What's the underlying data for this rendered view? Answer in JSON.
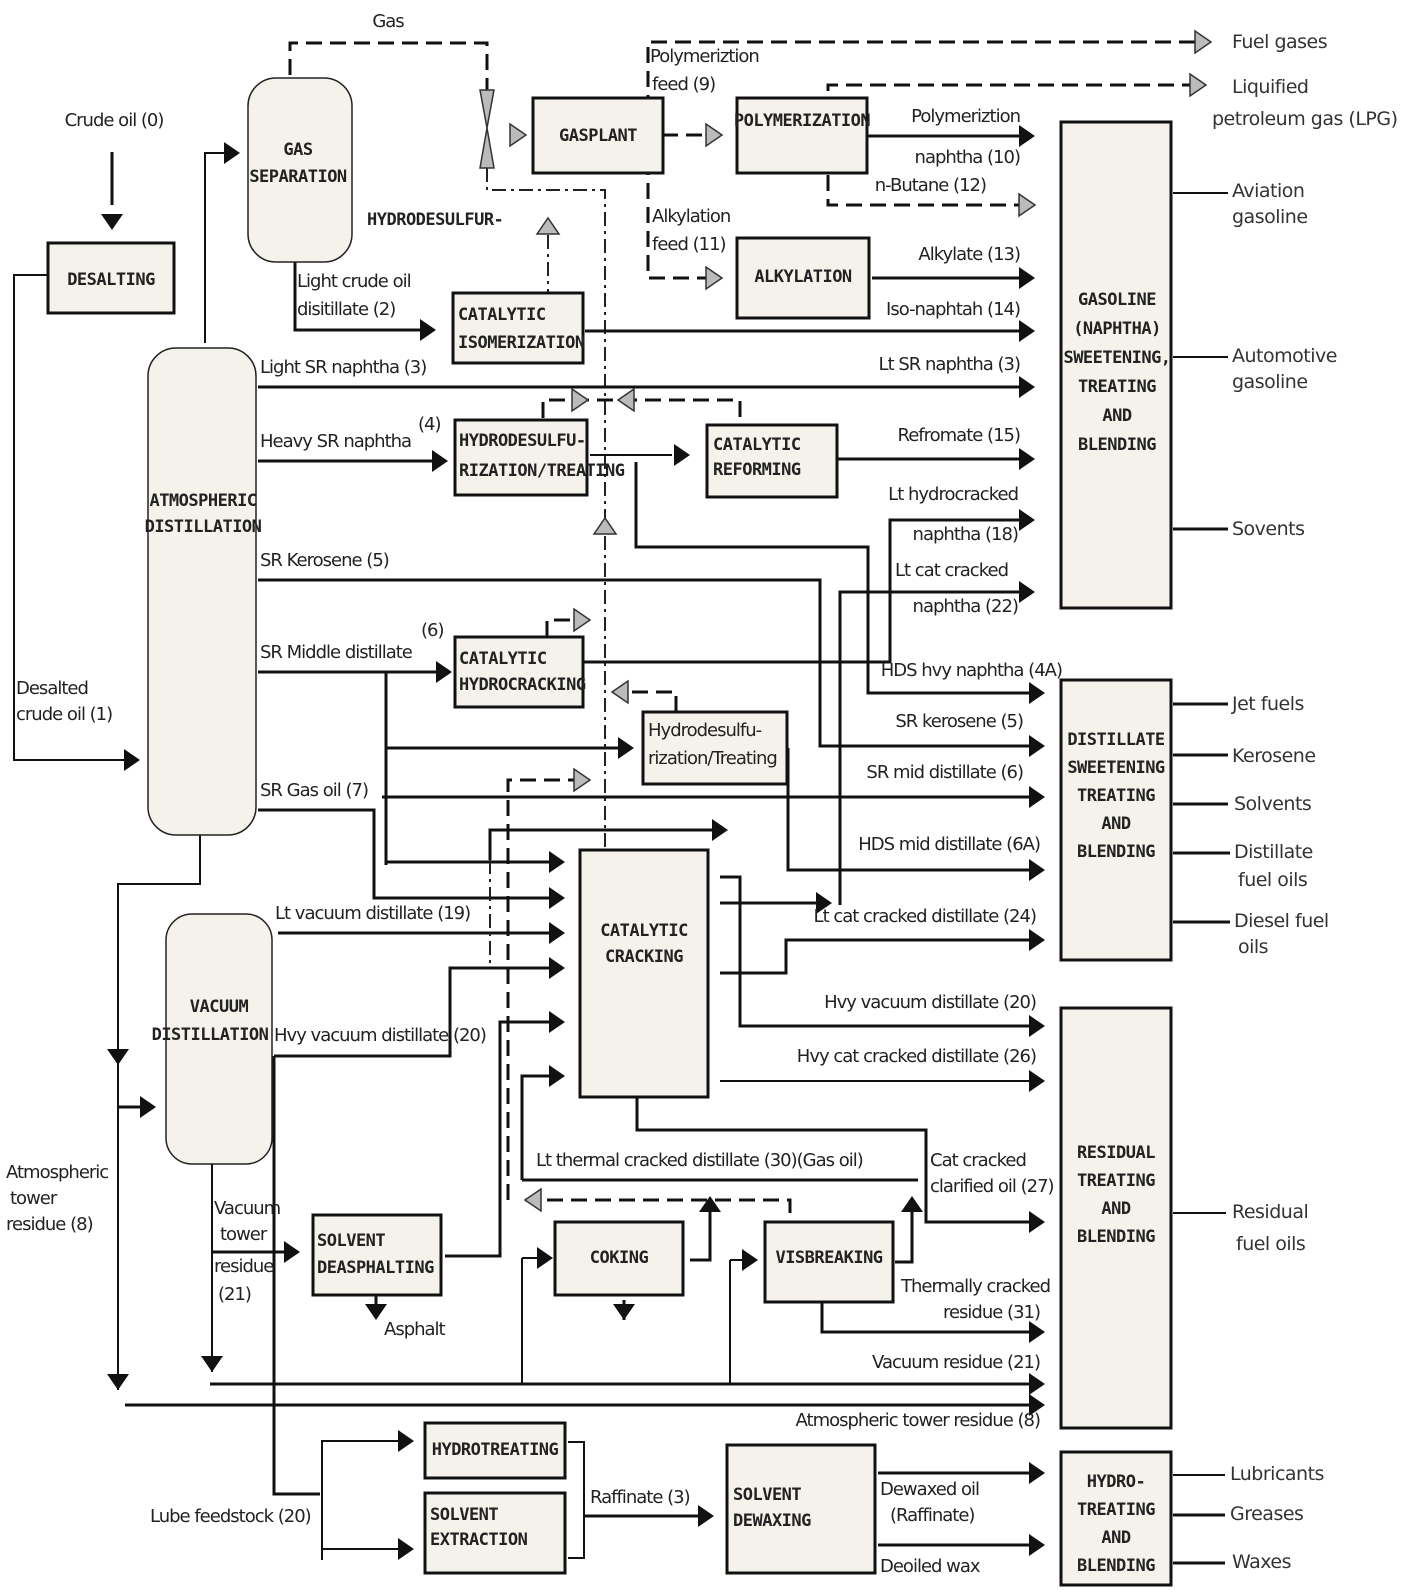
{
  "diagram": {
    "title": "Refinery process flow",
    "units": {
      "desalting": [
        "DESALTING"
      ],
      "gas_separation": [
        "GAS",
        "SEPARATION"
      ],
      "gas_plant": [
        "GASPLANT"
      ],
      "polymerization": [
        "POLYMERIZATION"
      ],
      "alkylation": [
        "ALKYLATION"
      ],
      "catalytic_isomerization": [
        "CATALYTIC",
        "ISOMERIZATION"
      ],
      "atmospheric_distillation": [
        "ATMOSPHERIC",
        "DISTILLATION"
      ],
      "hydrodesulfurization_treating": [
        "HYDRODESULFU-",
        "RIZATION/TREATING"
      ],
      "catalytic_reforming": [
        "CATALYTIC",
        "REFORMING"
      ],
      "catalytic_hydrocracking": [
        "CATALYTIC",
        "HYDROCRACKING"
      ],
      "hydrodesulfurization_treating_2": [
        "Hydrodesulfu-",
        "rization/Treating"
      ],
      "catalytic_cracking": [
        "CATALYTIC",
        "CRACKING"
      ],
      "vacuum_distillation": [
        "VACUUM",
        "DISTILLATION"
      ],
      "solvent_deasphalting": [
        "SOLVENT",
        "DEASPHALTING"
      ],
      "coking": [
        "COKING"
      ],
      "visbreaking": [
        "VISBREAKING"
      ],
      "hydrotreating": [
        "HYDROTREATING"
      ],
      "solvent_extraction": [
        "SOLVENT",
        "EXTRACTION"
      ],
      "solvent_dewaxing": [
        "SOLVENT",
        "DEWAXING"
      ],
      "gasoline_blending": [
        "GASOLINE",
        "(NAPHTHA)",
        "SWEETENING,",
        "TREATING",
        "AND",
        "BLENDING"
      ],
      "distillate_blending": [
        "DISTILLATE",
        "SWEETENING",
        "TREATING",
        "AND",
        "BLENDING"
      ],
      "residual_blending": [
        "RESIDUAL",
        "TREATING",
        "AND",
        "BLENDING"
      ],
      "lube_blending": [
        "HYDRO-",
        "TREATING",
        "AND",
        "BLENDING"
      ]
    },
    "flows": {
      "gas": "Gas",
      "crude_oil": "Crude oil (0)",
      "hydrodesulfur": "HYDRODESULFUR-",
      "light_crude_1": "Light crude oil",
      "light_crude_2": "disitillate (2)",
      "polymerization_feed_1": "Polymeriztion",
      "polymerization_feed_2": "feed (9)",
      "alkylation_feed_1": "Alkylation",
      "alkylation_feed_2": "feed (11)",
      "poly_naphtha_1": "Polymeriztion",
      "poly_naphtha_2": "naphtha (10)",
      "n_butane": "n-Butane (12)",
      "alkylate": "Alkylate (13)",
      "iso_naphtha": "Iso-naphtah (14)",
      "light_sr_naphtha": "Light SR naphtha (3)",
      "lt_sr_naphtha": "Lt SR naphtha (3)",
      "heavy_sr_naphtha": "Heavy SR naphtha",
      "heavy_sr_num": "(4)",
      "reformate": "Refromate (15)",
      "lt_hydrocracked_1": "Lt hydrocracked",
      "lt_hydrocracked_2": "naphtha (18)",
      "lt_cat_naphtha_1": "Lt cat cracked",
      "lt_cat_naphtha_2": "naphtha (22)",
      "sr_kerosene": "SR Kerosene (5)",
      "sr_middle": "SR Middle distillate",
      "sr_middle_num": "(6)",
      "desalted_1": "Desalted",
      "desalted_2": "crude oil (1)",
      "hds_hvy_naphtha": "HDS hvy naphtha (4A)",
      "sr_kerosene_2": "SR kerosene (5)",
      "sr_mid_distillate": "SR mid distillate (6)",
      "hds_mid_distillate": "HDS mid distillate (6A)",
      "sr_gas_oil": "SR Gas oil (7)",
      "lt_cat_distillate": "Lt cat cracked distillate (24)",
      "lt_vacuum_distillate": "Lt vacuum distillate (19)",
      "hvy_vacuum_distillate": "Hvy vacuum distillate (20)",
      "hvy_vacuum_distillate_2": "Hvy vacuum distillate (20)",
      "hvy_cat_distillate": "Hvy cat cracked distillate (26)",
      "lt_thermal": "Lt thermal cracked distillate (30)(Gas oil)",
      "cat_clarified_1": "Cat cracked",
      "cat_clarified_2": "clarified oil (27)",
      "atm_residue_1": "Atmospheric",
      "atm_residue_2": "tower",
      "atm_residue_3": "residue (8)",
      "vac_residue_1": "Vacuum",
      "vac_residue_2": "tower",
      "vac_residue_3": "residue",
      "vac_residue_4": "(21)",
      "asphalt": "Asphalt",
      "thermal_residue_1": "Thermally cracked",
      "thermal_residue_2": "residue (31)",
      "vacuum_residue": "Vacuum residue (21)",
      "atm_tower_residue": "Atmospheric tower residue (8)",
      "lube_feedstock": "Lube feedstock (20)",
      "raffinate": "Raffinate (3)",
      "dewaxed_1": "Dewaxed oil",
      "dewaxed_2": "(Raffinate)",
      "deoiled_wax": "Deoiled wax"
    },
    "products": {
      "fuel_gases": "Fuel gases",
      "lpg_1": "Liquified",
      "lpg_2": "petroleum gas (LPG)",
      "aviation_1": "Aviation",
      "aviation_2": "gasoline",
      "automotive_1": "Automotive",
      "automotive_2": "gasoline",
      "solvents_gas": "Sovents",
      "jet_fuels": "Jet fuels",
      "kerosene": "Kerosene",
      "solvents": "Solvents",
      "distillate_fuel_1": "Distillate",
      "distillate_fuel_2": "fuel oils",
      "diesel_1": "Diesel fuel",
      "diesel_2": "oils",
      "residual_1": "Residual",
      "residual_2": "fuel oils",
      "lubricants": "Lubricants",
      "greases": "Greases",
      "waxes": "Waxes"
    }
  }
}
